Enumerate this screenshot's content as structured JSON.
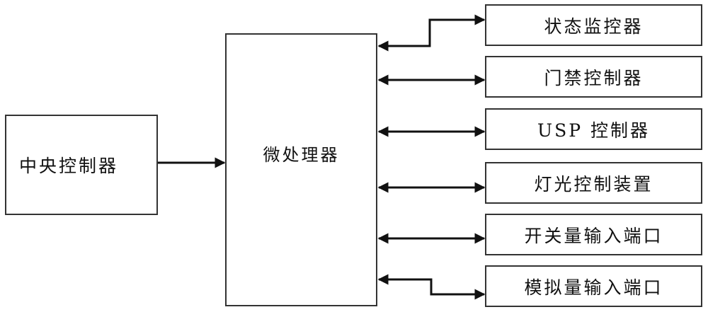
{
  "diagram": {
    "central_controller": {
      "label": "中央控制器"
    },
    "microprocessor": {
      "label": "微处理器"
    },
    "peripherals": [
      {
        "id": "state-monitor",
        "label": "状态监控器",
        "link": "bidirectional"
      },
      {
        "id": "access-controller",
        "label": "门禁控制器",
        "link": "bidirectional"
      },
      {
        "id": "usp-controller",
        "label": "USP 控制器",
        "link": "bidirectional"
      },
      {
        "id": "lighting-control",
        "label": "灯光控制装置",
        "link": "bidirectional"
      },
      {
        "id": "switch-input-port",
        "label": "开关量输入端口",
        "link": "bidirectional"
      },
      {
        "id": "analog-input-port",
        "label": "模拟量输入端口",
        "link": "bidirectional"
      }
    ],
    "connections": [
      {
        "from": "中央控制器",
        "to": "微处理器",
        "type": "unidirectional"
      }
    ]
  }
}
